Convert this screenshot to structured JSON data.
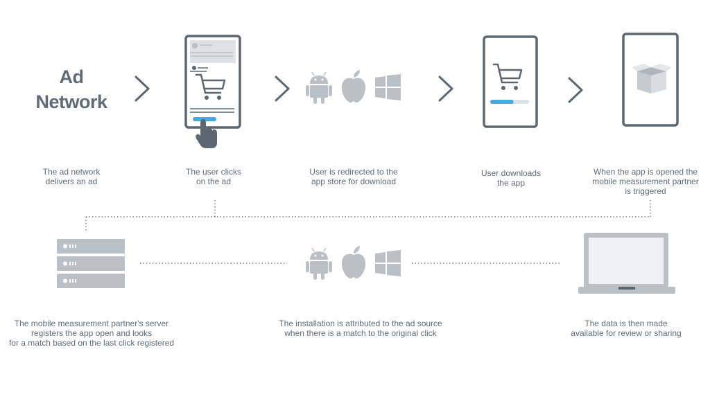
{
  "steps_top": [
    {
      "title": "Ad\nNetwork",
      "caption": "The ad network\ndelivers an ad"
    },
    {
      "caption": "The user clicks\non the ad"
    },
    {
      "caption": "User is redirected to the\napp store for download"
    },
    {
      "caption": "User downloads\nthe app"
    },
    {
      "caption": "When the app is opened the\nmobile measurement partner\nis triggered"
    }
  ],
  "steps_bottom": [
    {
      "caption": "The mobile measurement partner's server\nregisters the app open and looks\nfor a match based on the last click registered"
    },
    {
      "caption": "The installation is attributed to the ad source\nwhen there is a match to the original click"
    },
    {
      "caption": "The data is then made\navailable for review or sharing"
    }
  ],
  "download_progress": 0.6,
  "colors": {
    "text": "#5f6b77",
    "device_frame": "#5c6770",
    "icon_gray": "#b9c0c6",
    "accent_blue": "#4aa8e0"
  },
  "icons": [
    "chevron-right-icon",
    "android-icon",
    "apple-icon",
    "windows-icon",
    "cart-icon",
    "box-icon",
    "server-icon",
    "laptop-icon",
    "hand-pointer-icon"
  ]
}
